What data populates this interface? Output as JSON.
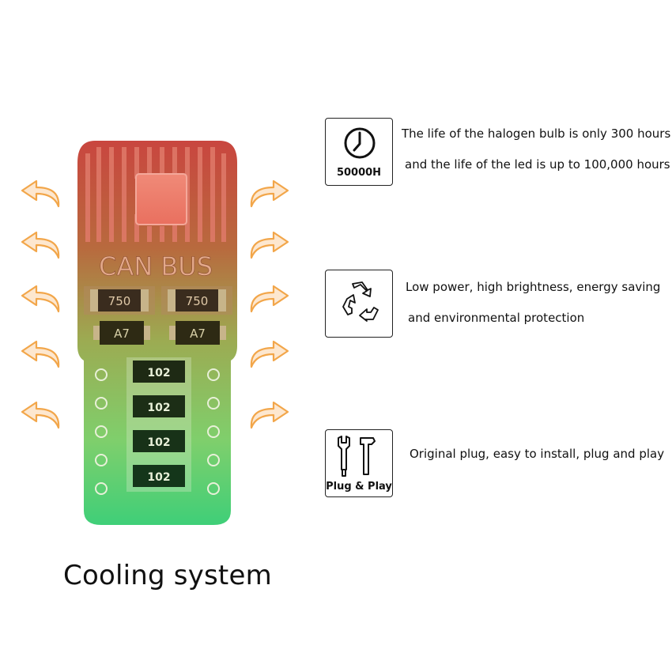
{
  "product": {
    "board_text": {
      "brand": "CAN BUS",
      "resistor_top": "750",
      "diode": "A7",
      "resistor_bottom": "102"
    },
    "caption": "Cooling system",
    "arrow_color": "#f2a64a"
  },
  "features": [
    {
      "icon": "clock-icon",
      "icon_label": "50000H",
      "lines": [
        "The life of the halogen bulb is only 300 hours",
        "and the life of the led is up to 100,000 hours"
      ]
    },
    {
      "icon": "recycle-icon",
      "icon_label": "",
      "lines": [
        "Low power, high brightness, energy saving",
        "and environmental protection"
      ]
    },
    {
      "icon": "tools-icon",
      "icon_label": "Plug & Play",
      "lines": [
        "Original plug, easy to install, plug and play"
      ]
    }
  ]
}
